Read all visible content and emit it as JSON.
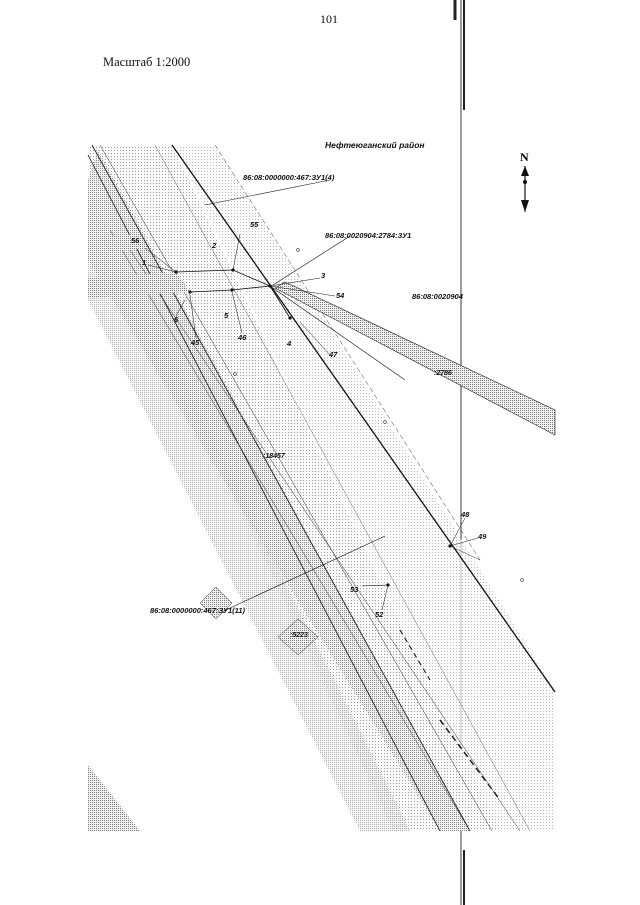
{
  "page": {
    "number": "101",
    "scale": "Масштаб 1:2000"
  },
  "map": {
    "district": "Нефтеюганский район",
    "compass_letter": "N",
    "parcels": {
      "zu4": "86:08:0000000:467:ЗУ1(4)",
      "zu1": "86:08:0020904:2784:ЗУ1",
      "quarter": "86:08:0020904",
      "zu11": "86:08:0000000:467:ЗУ1(11)",
      "p2786": ":2786",
      "p18457": ":18457",
      "p5223": ":5223"
    },
    "points": {
      "p1": "1",
      "p2": "2",
      "p3": "3",
      "p4": "4",
      "p5": "5",
      "p6": "6",
      "p45": "45",
      "p46": "46",
      "p47": "47",
      "p48": "48",
      "p49": "49",
      "p52": "52",
      "p53": "53",
      "p54": "54",
      "p55": "55",
      "p56": "56"
    }
  }
}
